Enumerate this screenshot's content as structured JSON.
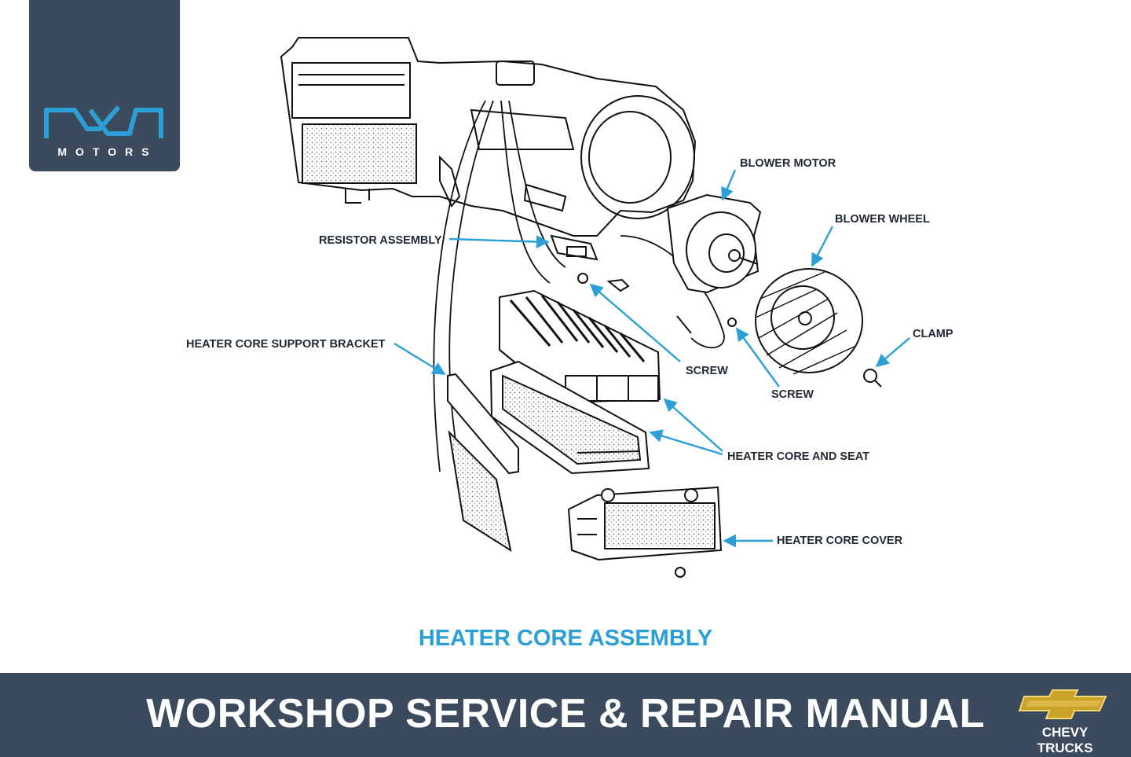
{
  "brand": {
    "logo_word": "MOTORS",
    "accent_color": "#2b9fd6",
    "panel_color": "#3c4a5e"
  },
  "diagram": {
    "labels": {
      "blower_motor": "BLOWER MOTOR",
      "blower_wheel": "BLOWER WHEEL",
      "resistor_assembly": "RESISTOR ASSEMBLY",
      "clamp": "CLAMP",
      "heater_core_support_bracket": "HEATER CORE SUPPORT BRACKET",
      "screw_1": "SCREW",
      "screw_2": "SCREW",
      "heater_core_and_seat": "HEATER CORE AND SEAT",
      "heater_core_cover": "HEATER CORE COVER"
    },
    "caption": "HEATER CORE ASSEMBLY"
  },
  "footer": {
    "title": "WORKSHOP SERVICE & REPAIR MANUAL",
    "brand_text": "CHEVY TRUCKS"
  }
}
